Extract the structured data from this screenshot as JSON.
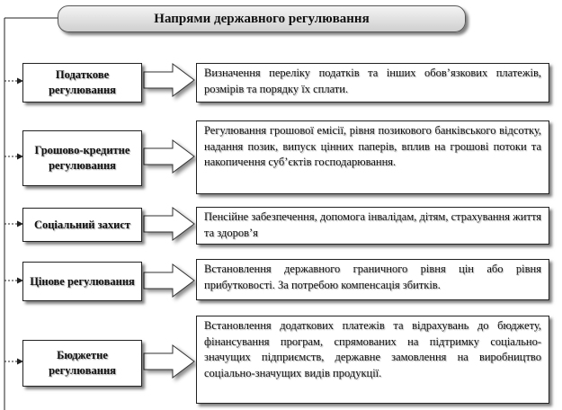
{
  "title": "Напрями державного регулювання",
  "directions": [
    {
      "name": "Податкове регулювання",
      "description": "Визначення переліку податків та інших обов’язкових платежів, розмірів та порядку їх сплати."
    },
    {
      "name": "Грошово-кредитне регулювання",
      "description": "Регулювання грошової емісії, рівня позикового банківського відсотку, надання позик, випуск цінних паперів, вплив на грошові потоки та накопичення суб’єктів господарювання."
    },
    {
      "name": "Соціальний захист",
      "description": "Пенсійне забезпечення, допомога інвалідам, дітям, страхування життя та здоров’я"
    },
    {
      "name": "Цінове регулювання",
      "description": "Встановлення державного граничного рівня цін або рівня прибутковості. За потребою компенсація збитків."
    },
    {
      "name": "Бюджетне регулювання",
      "description": "Встановлення додаткових платежів та відрахувань до бюджету, фінансування програм, спрямованих на підтримку соціально-значущих підприємств, державне замовлення на виробництво соціально-значущих видів продукції."
    }
  ]
}
